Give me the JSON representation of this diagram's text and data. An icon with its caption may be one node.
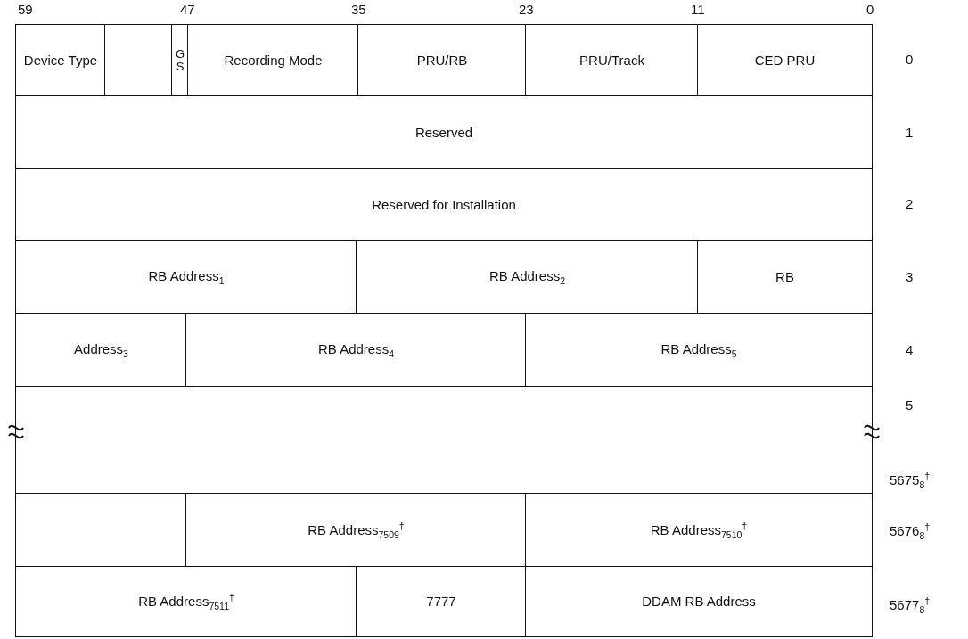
{
  "diagram": {
    "nodes": [
      {
        "text": [
          "Device Type"
        ]
      },
      {
        "text": [],
        "shape": "box"
      },
      {
        "text": [
          "G S"
        ]
      },
      {
        "text": [
          "Recording Mode"
        ]
      },
      {
        "text": [
          "PRU/RB"
        ]
      },
      {
        "text": [
          "PRU/Track"
        ]
      },
      {
        "text": [
          "CED PRU"
        ]
      },
      {
        "text": [
          "Reserved"
        ]
      },
      {
        "text": [
          "Reserved for Installation"
        ]
      },
      {
        "text": [
          "RB Address$_{1}$"
        ]
      },
      {
        "text": [
          "RB Address$_{2}$"
        ]
      },
      {
        "text": [
          "RB"
        ]
      },
      {
        "text": [
          "Address$_{3}$"
        ]
      },
      {
        "text": [
          "RB Address$_{4}$"
        ]
      },
      {
        "text": [
          "RB Address$_{5}$"
        ]
      },
      {
        "text": [],
        "shape": "box"
      },
      {
        "text": [],
        "shape": "box"
      },
      {
        "text": [
          "RB Address$_{7509}$$^{†}$"
        ]
      },
      {
        "text": [
          "RB Address$_{7510}$$^{†}$"
        ]
      },
      {
        "text": [
          "RB Address$_{7511}$$^{†}$"
        ]
      },
      {
        "text": [
          "7777"
        ]
      },
      {
        "text": [
          "DDAM RB Address"
        ]
      }
    ],
    "labels": [
      "59",
      "47",
      "35",
      "23",
      "11",
      "0",
      "0",
      "1",
      "2",
      "3",
      "4",
      "5",
      "5675$_{8}$$^{†}$",
      "5676$_{8}$$^{†}$",
      "5677$_{8}$$^{†}$"
    ]
  }
}
